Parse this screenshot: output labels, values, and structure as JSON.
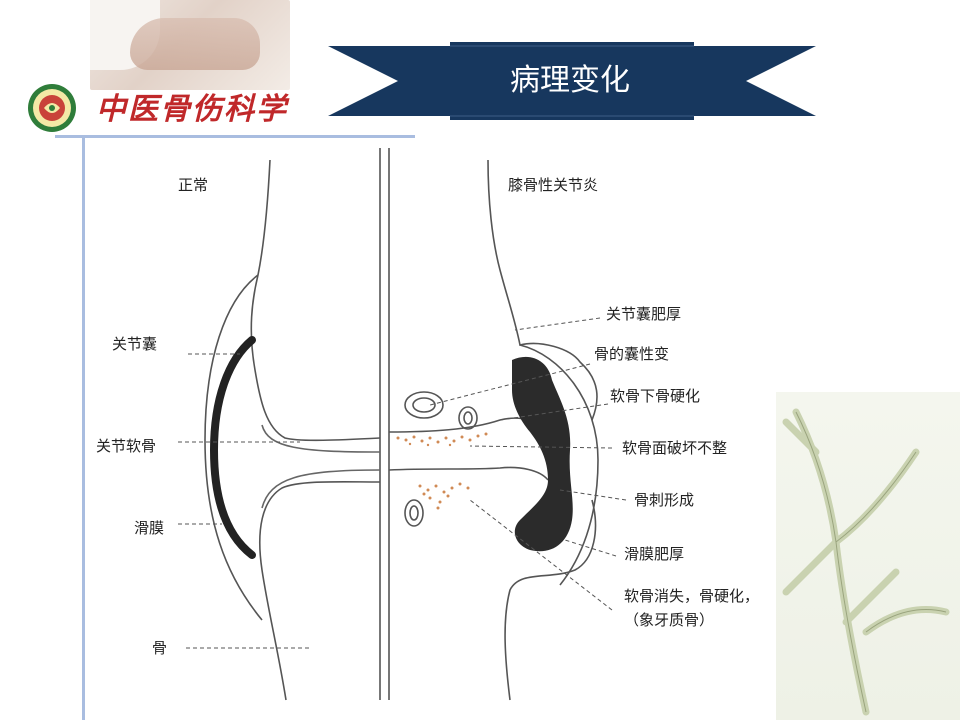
{
  "header": {
    "brand": "中医骨伤科学",
    "title": "病理变化"
  },
  "diagram": {
    "normal_title": "正常",
    "oa_title": "膝骨性关节炎",
    "left_labels": {
      "capsule": "关节囊",
      "cartilage": "关节软骨",
      "synovium": "滑膜",
      "bone": "骨"
    },
    "right_labels": {
      "capsule_thickening": "关节囊肥厚",
      "cystic_change": "骨的囊性变",
      "subchondral_sclerosis": "软骨下骨硬化",
      "surface_damage": "软骨面破坏不整",
      "osteophyte": "骨刺形成",
      "synovial_thickening": "滑膜肥厚",
      "cartilage_loss_line1": "软骨消失，骨硬化，",
      "cartilage_loss_line2": "（象牙质骨）"
    }
  },
  "colors": {
    "banner": "#17375e",
    "brand": "#c0282a",
    "rule": "#a9bde0",
    "outline": "#555555",
    "lesion": "#222222",
    "dots": "#d08a55"
  }
}
